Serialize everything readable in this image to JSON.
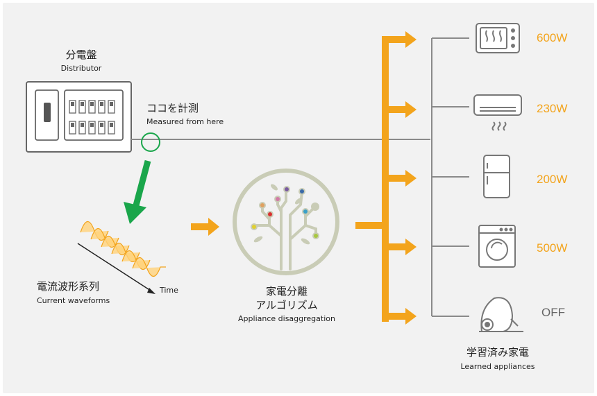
{
  "distributor": {
    "title_jp": "分電盤",
    "title_en": "Distributor"
  },
  "measure": {
    "label_jp": "ココを計測",
    "label_en": "Measured from here"
  },
  "waveforms": {
    "title_jp": "電流波形系列",
    "title_en": "Current waveforms",
    "axis_label": "Time"
  },
  "algorithm": {
    "title_jp_line1": "家電分離",
    "title_jp_line2": "アルゴリズム",
    "title_en": "Appliance disaggregation"
  },
  "appliances": {
    "title_jp": "学習済み家電",
    "title_en": "Learned appliances",
    "items": [
      {
        "icon": "microwave-icon",
        "power": "600W"
      },
      {
        "icon": "air-conditioner-icon",
        "power": "230W"
      },
      {
        "icon": "refrigerator-icon",
        "power": "200W"
      },
      {
        "icon": "washing-machine-icon",
        "power": "500W"
      },
      {
        "icon": "vacuum-cleaner-icon",
        "power": "OFF"
      }
    ]
  },
  "colors": {
    "accent": "#f3a41c",
    "green": "#1aa64b",
    "line": "#8a8a8a",
    "tree": "#c9ccb6"
  }
}
